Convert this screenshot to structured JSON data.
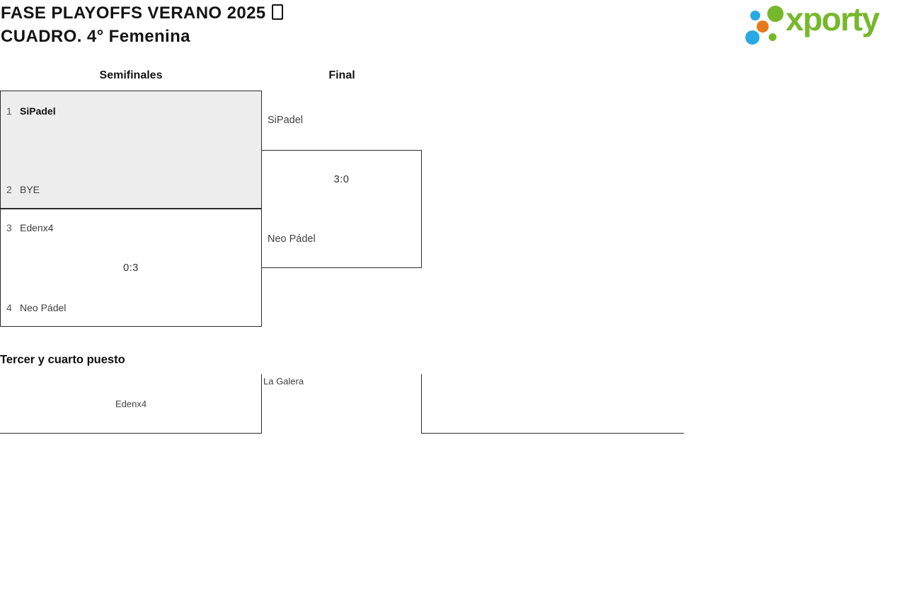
{
  "header": {
    "title_line1": "FASE PLAYOFFS VERANO 2025",
    "title_line2": "CUADRO. 4° Femenina",
    "logo_text": "xporty"
  },
  "colors": {
    "logo_green": "#76b82b",
    "logo_blue": "#29a9e1",
    "logo_orange": "#e8791a",
    "border_dark": "#2b2b2b",
    "box_fill_gray": "#ededed"
  },
  "bracket": {
    "round_headers": [
      {
        "label": "Semifinales"
      },
      {
        "label": "Final"
      }
    ],
    "semifinal1": {
      "seed1": "1",
      "team1": "SiPadel",
      "seed2": "2",
      "team2": "BYE",
      "score": ""
    },
    "semifinal2": {
      "seed1": "3",
      "team1": "Edenx4",
      "seed2": "4",
      "team2": "Neo Pádel",
      "score": "0:3"
    },
    "final": {
      "team1": "SiPadel",
      "team2": "Neo Pádel",
      "score": "3:0"
    }
  },
  "third_place": {
    "heading": "Tercer y cuarto puesto",
    "team_center": "Edenx4",
    "team_right": "La Galera"
  }
}
